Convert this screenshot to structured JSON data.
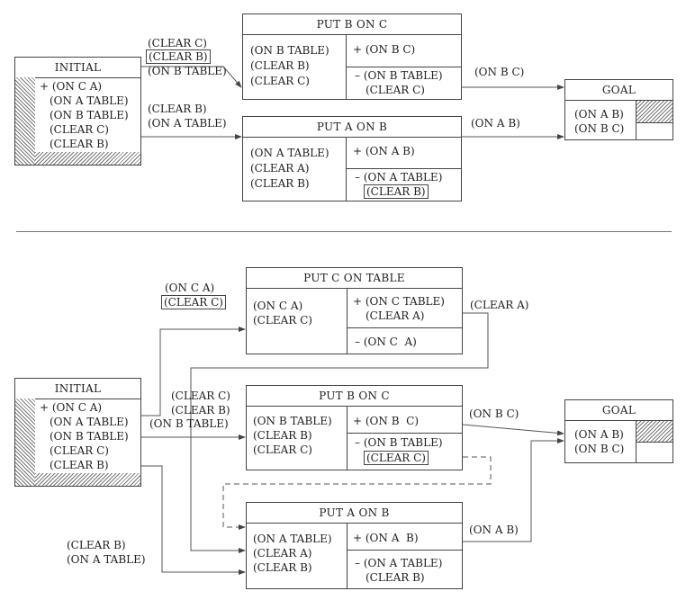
{
  "top": {
    "initial": {
      "title": "INITIAL",
      "lines": [
        "+ (ON C A)",
        "(ON A TABLE)",
        "(ON B TABLE)",
        "(CLEAR C)",
        "(CLEAR B)"
      ]
    },
    "put_b_on_c": {
      "title": "PUT B ON C",
      "pre": [
        "(ON B TABLE)",
        "(CLEAR B)",
        "(CLEAR C)"
      ],
      "add": [
        "+ (ON B C)"
      ],
      "del": [
        "– (ON B TABLE)",
        "(CLEAR C)"
      ]
    },
    "put_a_on_b": {
      "title": "PUT A ON B",
      "pre": [
        "(ON A TABLE)",
        "(CLEAR A)",
        "(CLEAR B)"
      ],
      "add": [
        "+ (ON A B)"
      ],
      "del": [
        "– (ON A TABLE)",
        "(CLEAR B)"
      ]
    },
    "goal": {
      "title": "GOAL",
      "lines": [
        "(ON A B)",
        "(ON B C)"
      ]
    },
    "labels": {
      "clear_c": "(CLEAR C)",
      "clear_b_boxed": "(CLEAR B)",
      "on_b_table": "(ON B TABLE)",
      "clear_b": "(CLEAR B)",
      "on_a_table": "(ON A TABLE)",
      "on_b_c": "(ON B C)",
      "on_a_b": "(ON A B)"
    }
  },
  "bottom": {
    "initial": {
      "title": "INITIAL",
      "lines": [
        "+ (ON C A)",
        "(ON A TABLE)",
        "(ON B TABLE)",
        "(CLEAR C)",
        "(CLEAR B)"
      ]
    },
    "put_c_on_table": {
      "title": "PUT C ON TABLE",
      "pre": [
        "(ON C A)",
        "(CLEAR C)"
      ],
      "add": [
        "+ (ON C TABLE)",
        "(CLEAR A)"
      ],
      "del": [
        "– (ON C  A)"
      ]
    },
    "put_b_on_c": {
      "title": "PUT B ON C",
      "pre": [
        "(ON B TABLE)",
        "(CLEAR B)",
        "(CLEAR C)"
      ],
      "add": [
        "+ (ON B  C)"
      ],
      "del": [
        "– (ON B TABLE)",
        "(CLEAR C)"
      ]
    },
    "put_a_on_b": {
      "title": "PUT A ON B",
      "pre": [
        "(ON A TABLE)",
        "(CLEAR A)",
        "(CLEAR B)"
      ],
      "add": [
        "+ (ON A  B)"
      ],
      "del": [
        "– (ON A TABLE)",
        "(CLEAR B)"
      ]
    },
    "goal": {
      "title": "GOAL",
      "lines": [
        "(ON A B)",
        "(ON B C)"
      ]
    },
    "labels": {
      "on_c_a": "(ON C A)",
      "clear_c_boxed": "(CLEAR C)",
      "clear_a": "(CLEAR A)",
      "clear_c": "(CLEAR C)",
      "clear_b": "(CLEAR B)",
      "on_b_table": "(ON B TABLE)",
      "on_b_c": "(ON B C)",
      "on_a_b": "(ON A B)",
      "clear_b2": "(CLEAR B)",
      "on_a_table": "(ON A TABLE)"
    }
  }
}
